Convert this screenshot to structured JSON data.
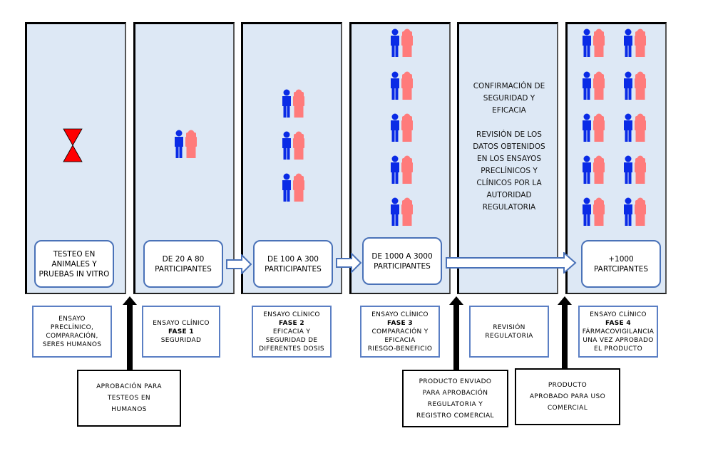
{
  "colors": {
    "panel_bg": "#dde8f5",
    "box_border": "#4a72b8",
    "male": "#0a2be6",
    "female": "#ff7b7b",
    "hourglass": "#ff0000"
  },
  "panels": [
    {
      "id": "preclinical",
      "icon": "hourglass-icon",
      "participant_pairs": 0,
      "box_text": "TESTEO EN\nANIMALES Y\nPRUEBAS IN VITRO"
    },
    {
      "id": "phase1",
      "icon": "people-icon",
      "participant_pairs": 1,
      "box_text": "DE 20 A 80\nPARTICIPANTES"
    },
    {
      "id": "phase2",
      "icon": "people-icon",
      "participant_pairs": 3,
      "box_text": "DE 100 A 300\nPARTICIPANTES"
    },
    {
      "id": "phase3",
      "icon": "people-icon",
      "participant_pairs": 5,
      "box_text": "DE 1000 A 3000\nPARTICIPANTES"
    },
    {
      "id": "review",
      "icon": "none",
      "participant_pairs": 0,
      "body_text": "CONFIRMACIÓN DE\nSEGURIDAD Y\nEFICACIA\n\nREVISIÓN DE LOS\nDATOS OBTENIDOS\nEN LOS ENSAYOS\nPRECLÍNICOS Y\nCLÍNICOS POR LA\nAUTORIDAD\nREGULATORIA"
    },
    {
      "id": "phase4",
      "icon": "people-icon",
      "participant_pairs": 10,
      "box_text": "+1000\nPARTCIPANTES"
    }
  ],
  "descriptions": [
    {
      "pre": "ENSAYO\nPRECLÍNICO,\nCOMPARACIÓN,\nSERES HUMANOS",
      "bold": "",
      "post": ""
    },
    {
      "pre": "ENSAYO CLÍNICO",
      "bold": "FASE 1",
      "post": "SEGURIDAD"
    },
    {
      "pre": "ENSAYO CLÍNICO",
      "bold": "FASE 2",
      "post": "EFICACIA Y\nSEGURIDAD DE\nDIFERENTES DOSIS"
    },
    {
      "pre": "ENSAYO CLÍNICO",
      "bold": "FASE 3",
      "post": "COMPARACIÓN Y\nEFICACIA\nRIESGO-BENEFICIO"
    },
    {
      "pre": "REVISIÓN\nREGULATORIA",
      "bold": "",
      "post": ""
    },
    {
      "pre": "ENSAYO CLÍNICO",
      "bold": "FASE 4",
      "post": "FÁRMACOVIGILANCIA\nUNA VEZ APROBADO\nEL PRODUCTO"
    }
  ],
  "milestones": [
    {
      "id": "approval-human-testing",
      "text": "APROBACIÓN PARA\nTESTEOS EN\nHUMANOS"
    },
    {
      "id": "product-submitted",
      "text": "PRODUCTO ENVIADO\nPARA APROBACIÓN\nREGULATORIA Y\nREGISTRO COMERCIAL"
    },
    {
      "id": "product-approved",
      "text": "PRODUCTO\nAPROBADO PARA USO\nCOMERCIAL"
    }
  ]
}
